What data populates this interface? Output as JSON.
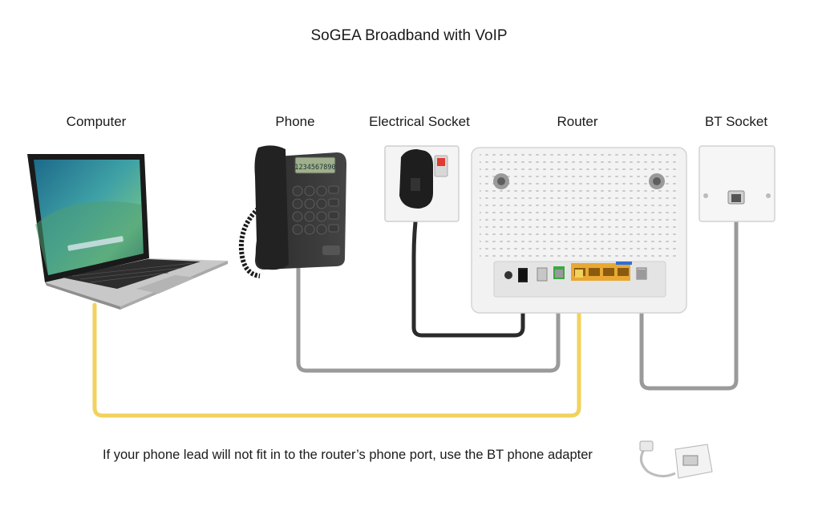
{
  "diagram": {
    "title": "SoGEA Broadband with VoIP",
    "devices": {
      "computer": "Computer",
      "phone": "Phone",
      "electrical_socket": "Electrical Socket",
      "router": "Router",
      "bt_socket": "BT Socket"
    },
    "phone_display_text": "1234567890",
    "footer_note": "If your phone lead will not fit in to the router’s phone port, use the BT phone adapter"
  },
  "colors": {
    "ethernet_cable": "#f2d25c",
    "phone_cable": "#9a9a9a",
    "power_cable": "#2b2b2b",
    "router_body": "#f2f2f2",
    "ethernet_ports": "#e8a832",
    "phone_port": "#3aa845"
  }
}
